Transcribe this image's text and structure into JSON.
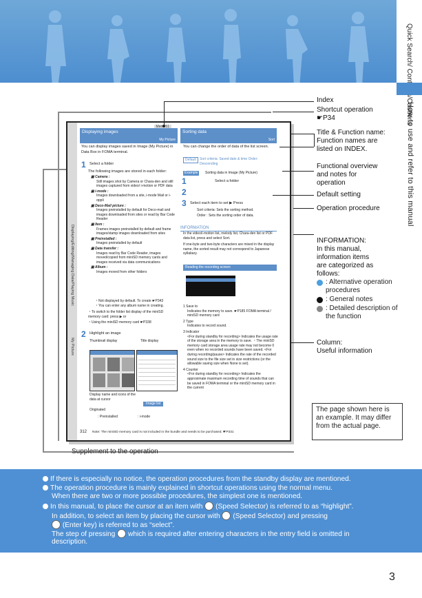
{
  "side_tab": {
    "title": "Quick Search/ Contents/Cautions"
  },
  "side_main": "How to use and refer to this manual",
  "book": {
    "menu_tag": "Menu 51",
    "section_side": "Displaying/Editing/Managing Data/Playing Music",
    "page_side": "My Picture",
    "left": {
      "title": "Displaying images",
      "subtitle": "My Picture",
      "intro": "You can display images saved in Image (My Picture) in Data Box in FOMA terminal.",
      "step1_label": "Select a folder",
      "step1_desc": "The following images are stored in each folder:",
      "folders": [
        {
          "name": "Camera :",
          "desc": "Still images shot by Camera or Chara-den and still images captured from video/ i-motion or PDF data"
        },
        {
          "name": "i-mode :",
          "desc": "Images downloaded from a site, i-mode Mail or i-αppli"
        },
        {
          "name": "Deco-Mail picture :",
          "desc": "Images preinstalled by default for Deco-mail and images downloaded from sites or read by Bar Code Reader"
        },
        {
          "name": "Item :",
          "desc": "Frames images preinstalled by default and frame images/stamp images downloaded from sites"
        },
        {
          "name": "Preinstalled :",
          "desc": "Images preinstalled by default"
        },
        {
          "name": "Data transfer :",
          "desc": "Images read by Bar Code Reader, images moved/copied from miniSD memory cards and images received via data communications"
        },
        {
          "name": "Album :",
          "desc": "Images moved from other folders"
        }
      ],
      "album_notes": [
        "・Not displayed by default. To create ☛P343",
        "・You can enter any album name in creating."
      ],
      "switch_note": "・To switch to the folder list display of the miniSD memory card: press ▶ or",
      "mini_note": "・Using the miniSD memory card ☛P338",
      "step2_label": "Highlight an image",
      "thumb_label": "Thumbnail display",
      "title_label": "Title display",
      "display_note": "Display name and icons of the data at cursor",
      "image_list": "Image list",
      "originated": "Originated",
      "preinstalled": ": Preinstalled",
      "imode": ": i-mode"
    },
    "right": {
      "title": "Sorting data",
      "subtitle": "Sort",
      "intro": "You can change the order of data of the list screen.",
      "default_tag": "Default",
      "default_text": "Sort criteria: Saved date & time Order: Descending",
      "example_tag": "Example",
      "example_text": "Sorting data in Image (My Picture)",
      "step1": "Select a folder",
      "step3": "Select each item to set ▶ Press",
      "sort_criteria": "Sort criteria: Sets the sorting method.",
      "order": "Order : Sets the sorting order of data.",
      "info_head": "INFORMATION",
      "info": [
        "In the video/i-motion list, melody list, Chara-den list or PDF data list, press and select Sort.",
        "If one-byte and two-byte characters are mixed in the display name, the sorted result may not correspond to Japanese syllabary."
      ],
      "column_head": "Reading the recording screen",
      "column_items": [
        {
          "n": "1",
          "title": "Save to",
          "desc": "Indicates the memory to save. ☛P185 FOMA terminal / miniSD memory card"
        },
        {
          "n": "2",
          "title": "Type",
          "desc": "Indicates to record sound."
        },
        {
          "n": "3",
          "title": "Indicator",
          "desc": "<For during standby for recording> Indicates the usage rate of the storage area in the memory to save. ・The miniSD memory card storage area usage rate may not become 0 even when no recorded sounds have been saved. <For during recording/pause> Indicates the rate of the recorded sound size to the file size set in size restrictions (or the allowable saving size when None is set)."
        },
        {
          "n": "4",
          "title": "Counter",
          "desc": "<For during standby for recording> Indicates the approximate maximum recording time of sounds that can be saved in FOMA terminal or the miniSD memory card in the current"
        }
      ]
    },
    "page_no": "312",
    "footnote": "Note: The miniSD memory card is not included in the bundle and needs to be purchased. ☛P331"
  },
  "callouts": {
    "index": "Index",
    "shortcut": "Shortcut operation",
    "shortcut_ref": "☛P34",
    "title_fn": [
      "Title & Function name:",
      "Function names are",
      "listed on INDEX."
    ],
    "functional": [
      "Functional overview",
      "and notes for",
      "operation"
    ],
    "default_setting": "Default setting",
    "operation_procedure": "Operation procedure",
    "info_head": [
      "INFORMATION:",
      "In this manual,",
      "information items",
      "are categorized as",
      "follows:"
    ],
    "info_items": [
      {
        "color": "#4aa0e0",
        "text": ": Alternative operation procedures"
      },
      {
        "color": "#111111",
        "text": ": General notes"
      },
      {
        "color": "#888888",
        "text": ": Detailed description of the function"
      }
    ],
    "column": [
      "Column:",
      "Useful information"
    ],
    "note_box": "The page shown here is an example. It may differ from the actual page.",
    "supplement": "Supplement to the operation"
  },
  "footer": {
    "bullets": [
      "If there is especially no notice, the operation procedures from the standby display are mentioned.",
      "The operation procedure is mainly explained in shortcut operations using the normal menu.",
      "When there are two or more possible procedures, the simplest one is mentioned.",
      "In this manual, to place the cursor at an item with",
      "(Speed Selector) is referred to as “highlight”.",
      "In addition, to select an item by placing the cursor with",
      "(Speed Selector) and pressing",
      "(Enter key) is referred to as “select”.",
      "The step of pressing",
      "which is required after entering characters in the entry field is omitted in",
      "description."
    ]
  },
  "page_number": "3"
}
